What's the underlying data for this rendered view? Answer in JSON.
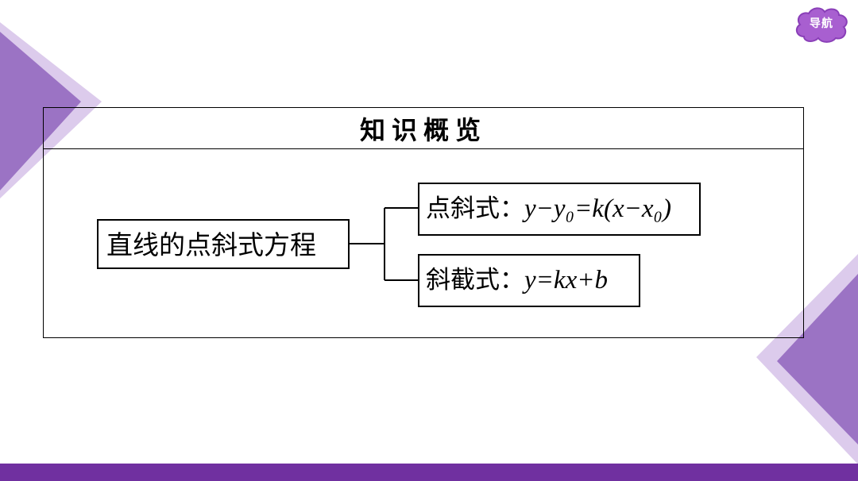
{
  "nav": {
    "label": "导航"
  },
  "overview": {
    "title": "知识概览",
    "root": "直线的点斜式方程",
    "branches": [
      {
        "label": "点斜式：",
        "formula": "y−y₀=k(x−x₀)"
      },
      {
        "label": "斜截式：",
        "formula": "y=kx+b"
      }
    ]
  },
  "colors": {
    "accent": "#7030a0",
    "deco_dark": "#9a6fc0",
    "deco_light": "#d9c7ea"
  }
}
